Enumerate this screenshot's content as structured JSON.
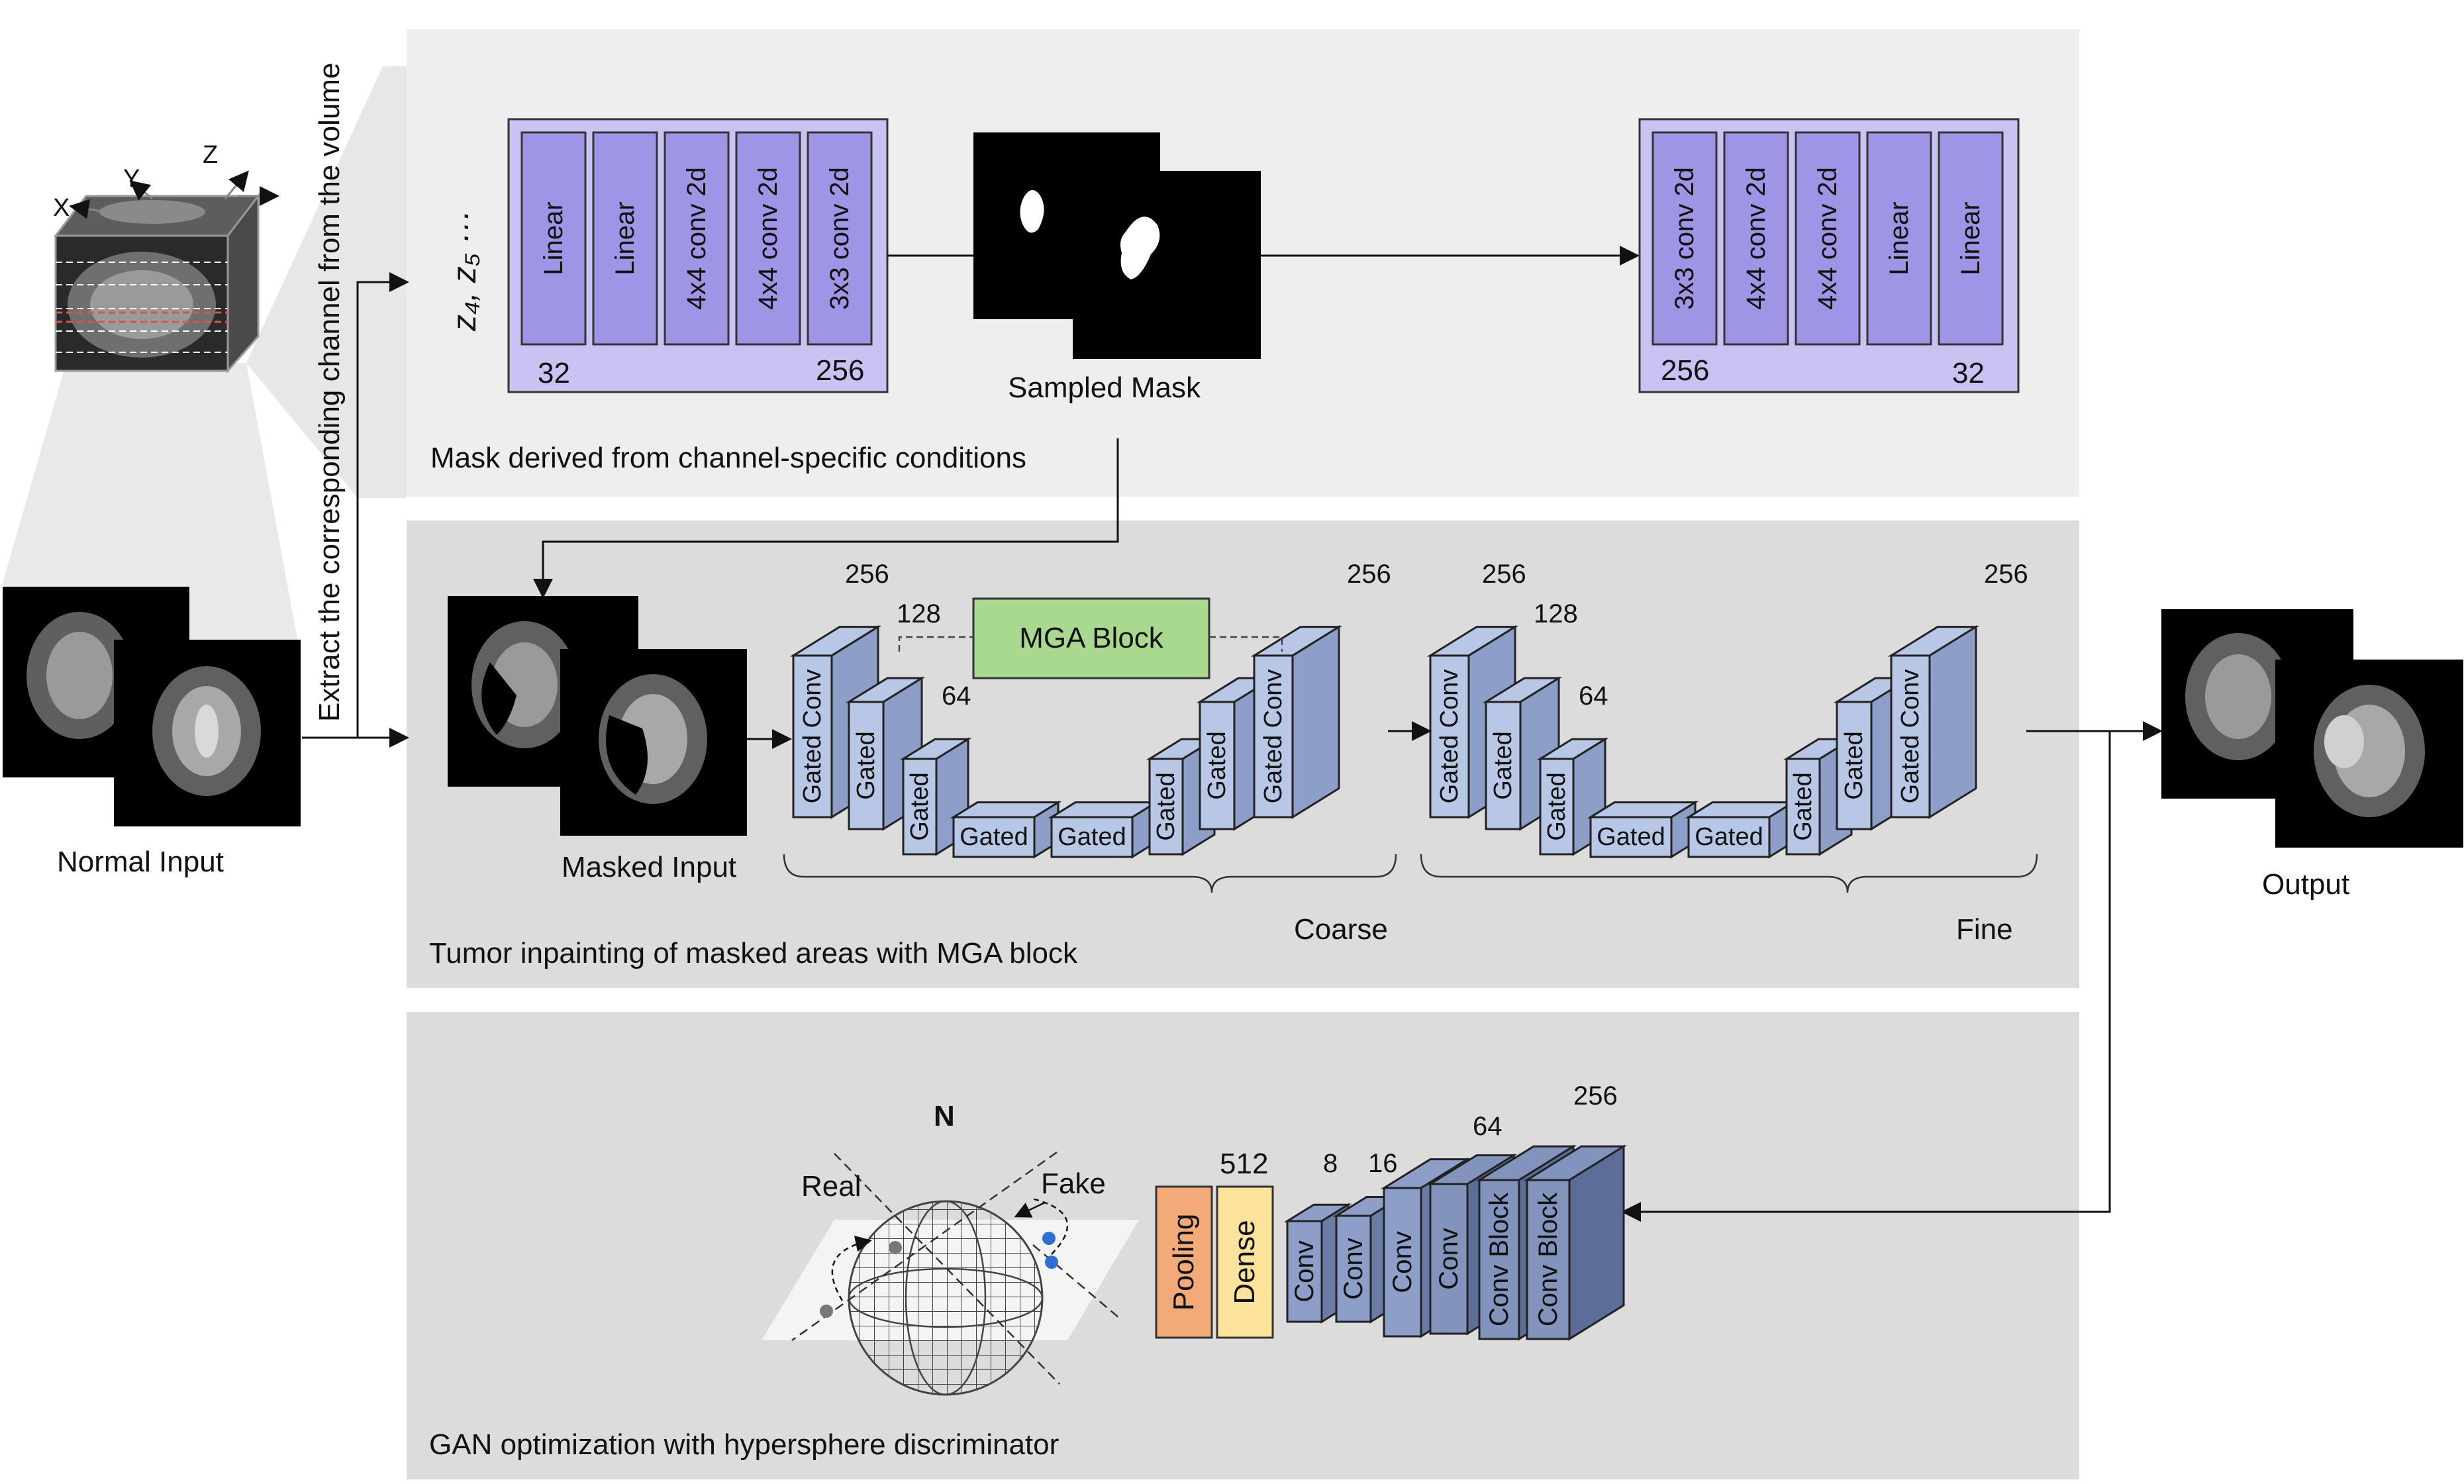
{
  "volume": {
    "axes": [
      "X",
      "Y",
      "Z"
    ]
  },
  "side_label": "Extract the corresponding channel from the volume",
  "normal_input_label": "Normal Input",
  "masked_input_label": "Masked Input",
  "output_label": "Output",
  "panel_top": {
    "caption": "Mask derived from channel-specific conditions",
    "latent": "z₄, z₅ ···",
    "encoder": {
      "layers": [
        "Linear",
        "Linear",
        "4x4 conv 2d",
        "4x4 conv 2d",
        "3x3 conv 2d"
      ],
      "dim_left": "32",
      "dim_right": "256"
    },
    "sampled_mask_label": "Sampled Mask",
    "decoder": {
      "layers": [
        "3x3 conv 2d",
        "4x4 conv 2d",
        "4x4 conv 2d",
        "Linear",
        "Linear"
      ],
      "dim_left": "256",
      "dim_right": "32"
    }
  },
  "panel_mid": {
    "caption": "Tumor inpainting of masked areas with MGA block",
    "mga_label": "MGA Block",
    "coarse_label": "Coarse",
    "fine_label": "Fine",
    "coarse_blocks": [
      "Gated Conv",
      "Gated",
      "Gated",
      "Gated",
      "Gated",
      "Gated",
      "Gated",
      "Gated Conv"
    ],
    "fine_blocks": [
      "Gated Conv",
      "Gated",
      "Gated",
      "Gated",
      "Gated",
      "Gated",
      "Gated",
      "Gated Conv"
    ],
    "dims": [
      "256",
      "128",
      "64",
      "256"
    ]
  },
  "panel_bot": {
    "caption": "GAN optimization with hypersphere discriminator",
    "north": "N",
    "real": "Real",
    "fake": "Fake",
    "pooling": "Pooling",
    "dense": "Dense",
    "dense_dim": "512",
    "conv_blocks": [
      "Conv",
      "Conv",
      "Conv",
      "Conv",
      "Conv Block",
      "Conv Block"
    ],
    "dims": [
      "8",
      "16",
      "64",
      "256"
    ]
  },
  "colors": {
    "panel_light": "#eeeeee",
    "panel_dark": "#dcdcdc",
    "purple_box": "#c8c3f2",
    "purple_layer": "#9f95e6",
    "blue_front": "#b9c7e6",
    "blue_side": "#8d9ec9",
    "dark_front": "#8294bd",
    "mga_green": "#a9d98f",
    "pooling": "#f2ab78",
    "dense": "#fbe49a"
  }
}
